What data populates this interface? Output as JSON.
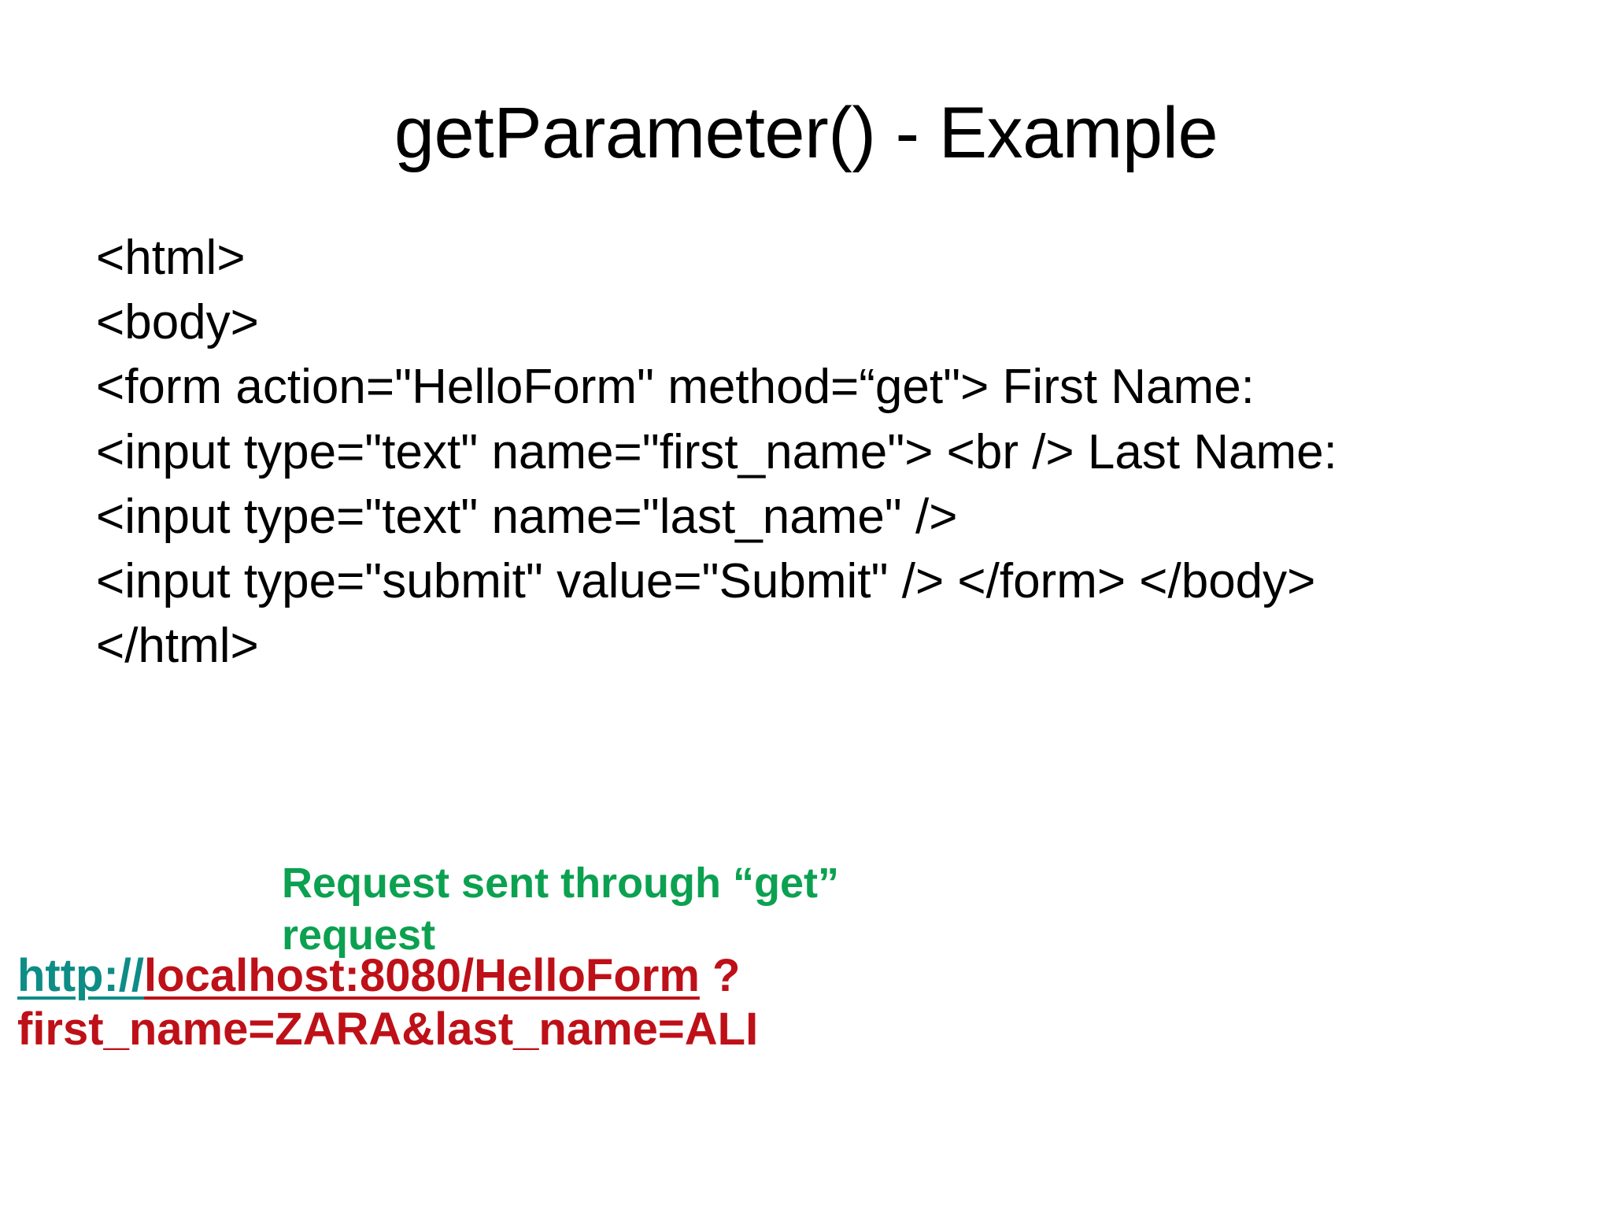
{
  "slide": {
    "title": "getParameter() - Example",
    "background_color": "#FFFFFF"
  },
  "code": {
    "lines": [
      "<html>",
      "<body>",
      "<form action=\"HelloForm\" method=“get\"> First Name:",
      "<input type=\"text\" name=\"first_name\"> <br /> Last Name:",
      "<input type=\"text\" name=\"last_name\" />",
      "<input type=\"submit\" value=\"Submit\" /> </form> </body>",
      "</html>"
    ],
    "text_color": "#000000"
  },
  "annotation": {
    "line1": "Request sent through “get”",
    "line2": "request",
    "color": "#0BA150"
  },
  "url": {
    "scheme": "http://",
    "scheme_color": "#0E8C86",
    "host_path": "localhost:8080/HelloForm",
    "host_path_color": "#BE1018",
    "separator": "?",
    "query": "first_name=ZARA&last_name=ALI",
    "query_color": "#BE1018"
  }
}
